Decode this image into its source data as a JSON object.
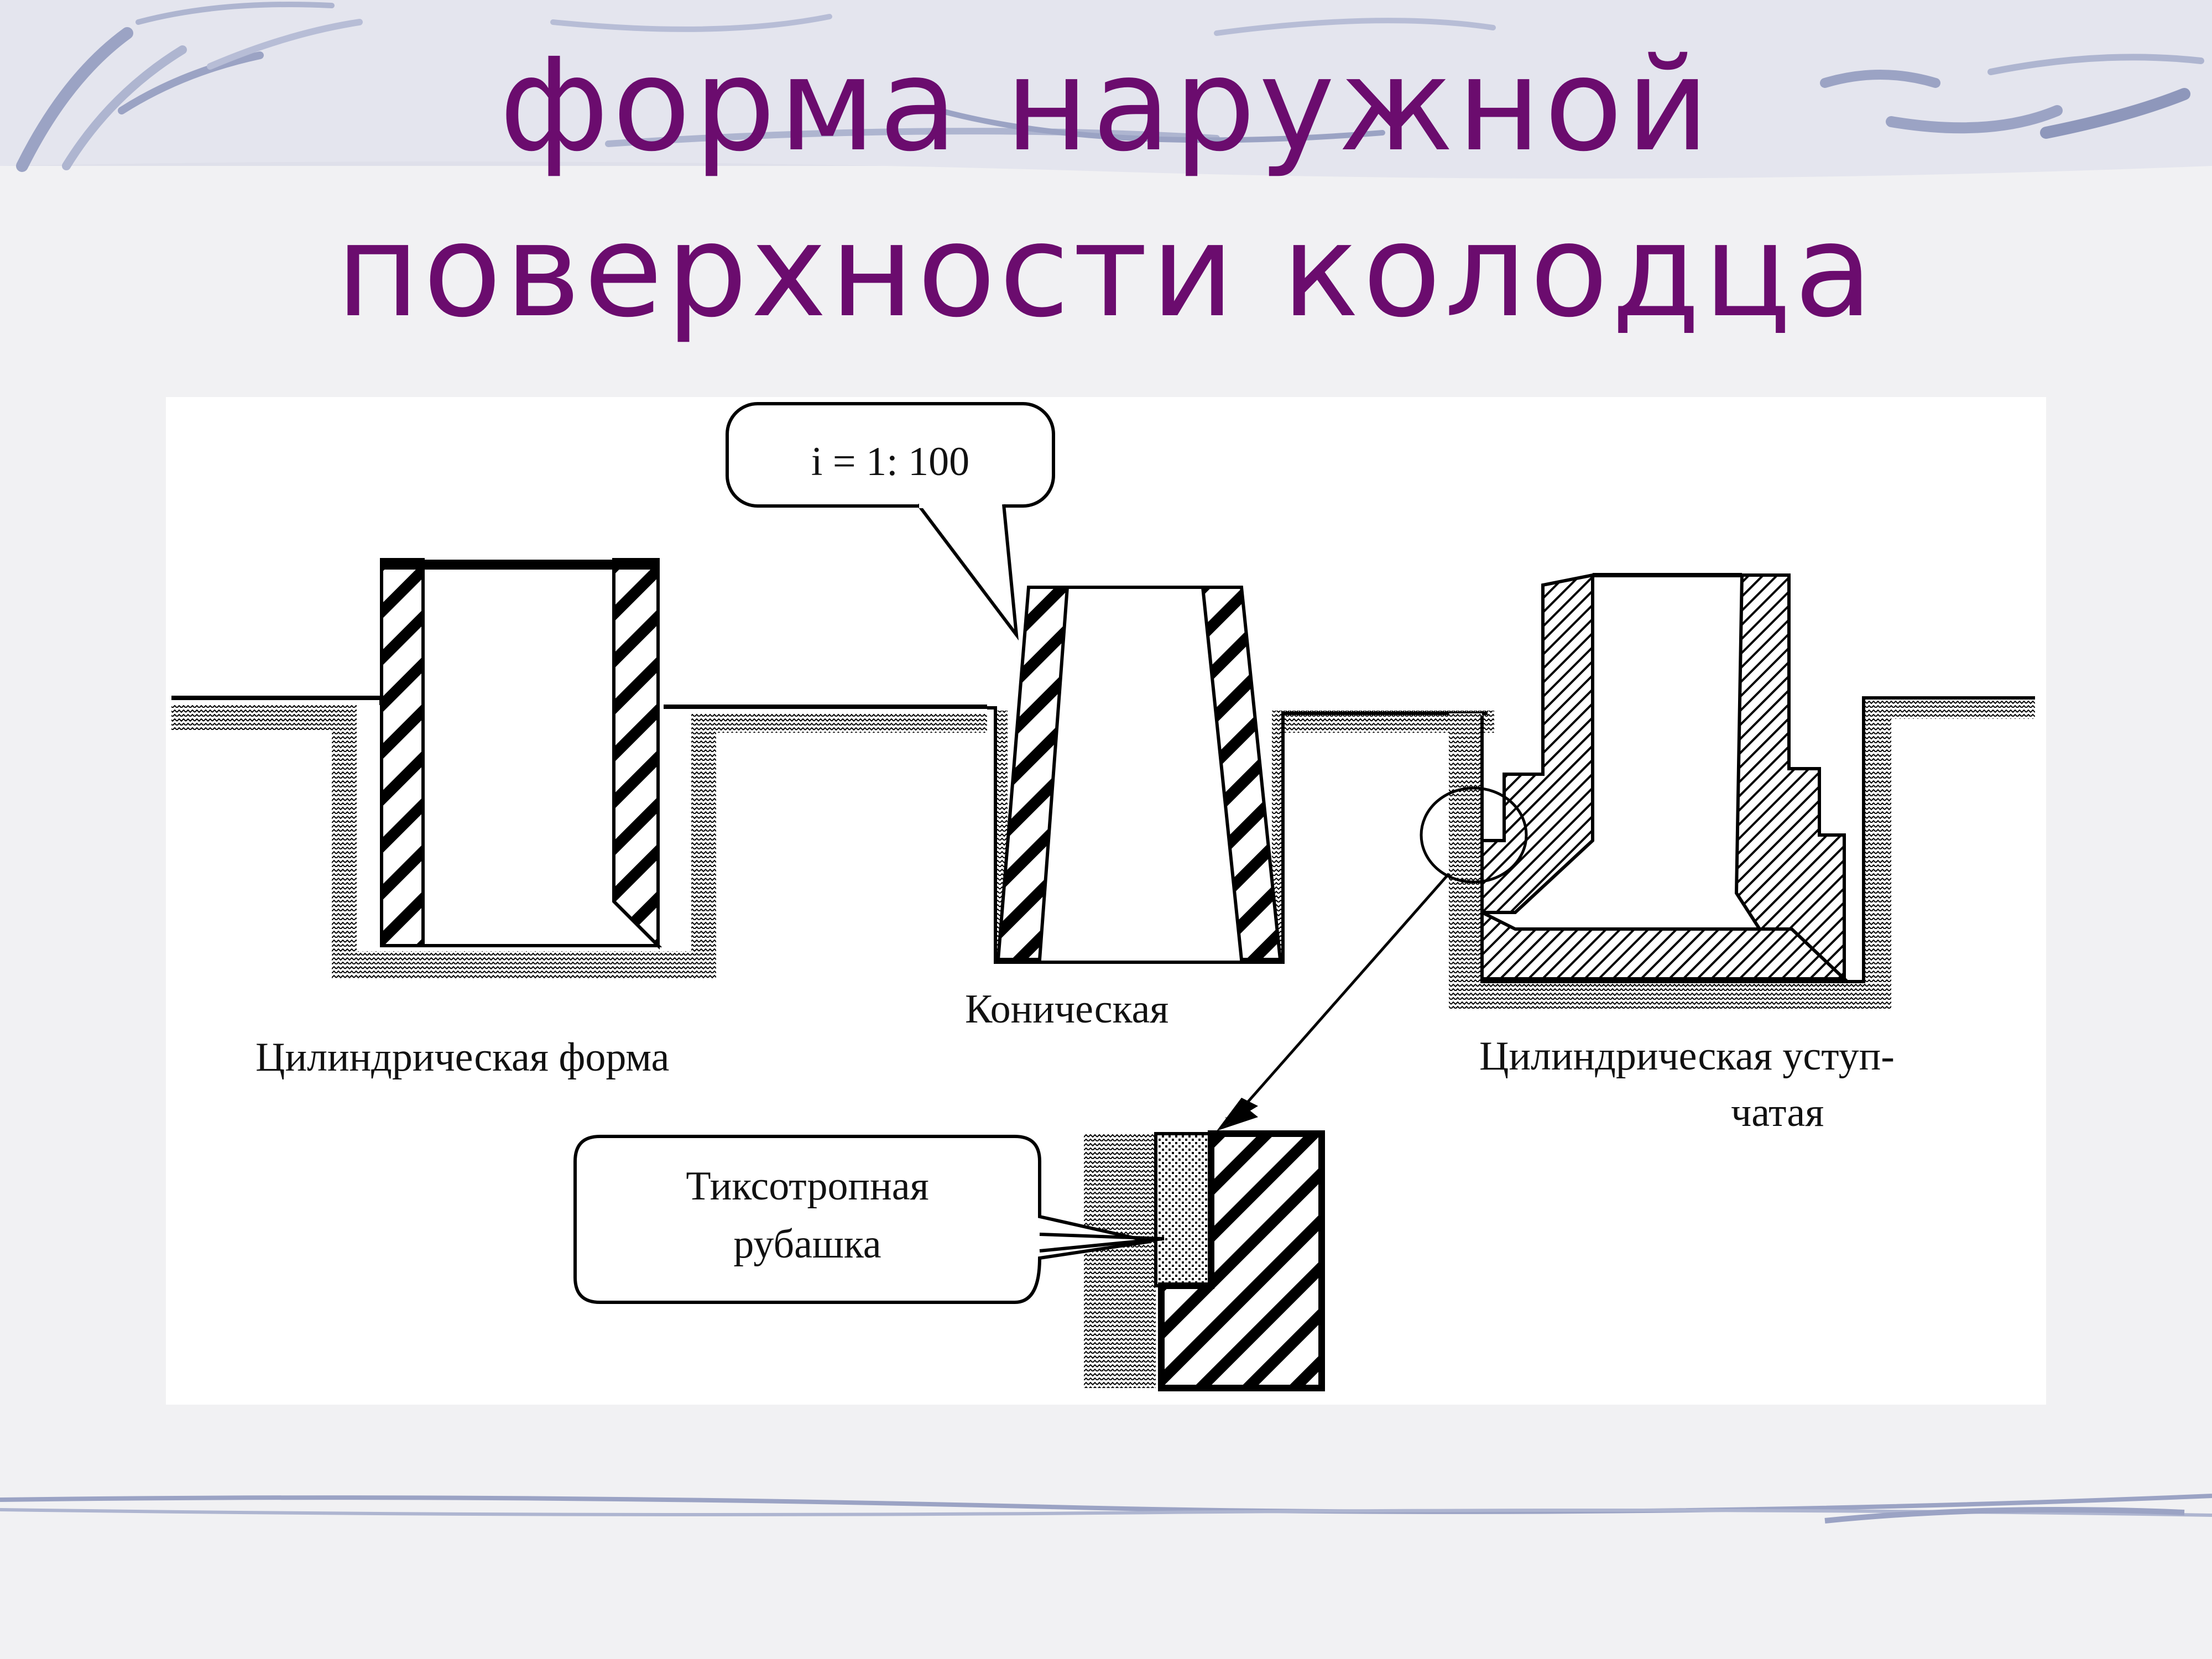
{
  "slide": {
    "title_line1": "форма наружной",
    "title_line2": "поверхности колодца"
  },
  "diagram": {
    "slope_callout": "i = 1: 100",
    "label_cylindrical": "Цилиндрическая форма",
    "label_conical": "Коническая",
    "label_stepped_line1": "Цилиндрическая уступ-",
    "label_stepped_line2": "чатая",
    "jacket_callout_line1": "Тиксотропная",
    "jacket_callout_line2": "рубашка"
  },
  "colors": {
    "title": "#6b0c6e",
    "background": "#f1f1f3",
    "decor": "#9ba3c4",
    "diagram_bg": "#ffffff",
    "ink": "#000000"
  }
}
